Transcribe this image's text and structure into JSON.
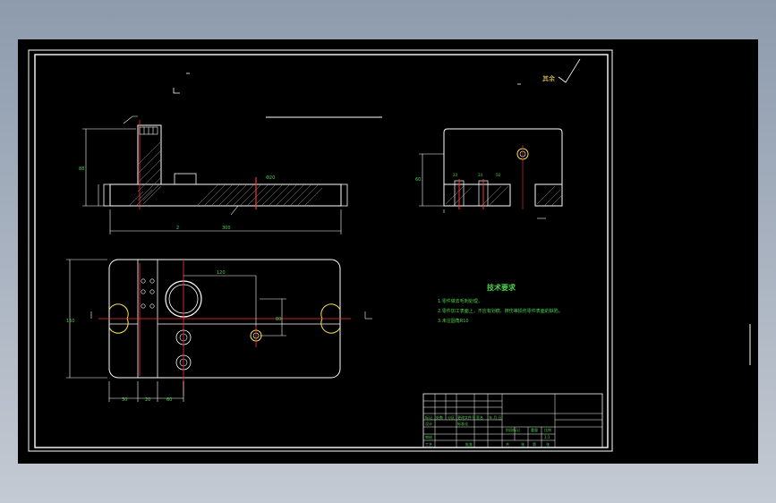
{
  "drawing": {
    "roughness_note": "其余",
    "tech_req": {
      "title": "技术要求",
      "items": [
        "1.零件做去毛刺处理。",
        "2.零件加工表面上，不应有划痕、擦伤等损伤零件表面的缺陷。",
        "3.未注圆角R10"
      ]
    },
    "dims": {
      "overall_len": "300",
      "height": "88",
      "plate_h": "160",
      "offset_a": "120",
      "offset_b": "80",
      "bottom_a": "30",
      "bottom_b": "20",
      "bottom_c": "60",
      "side_h": "60",
      "small_a": "2",
      "hole_callout": "Φ20",
      "side_a": "20",
      "side_b": "24",
      "side_c": "50"
    },
    "title_block": {
      "r1": [
        "标记",
        "处数",
        "分区",
        "更改文件号",
        "签名",
        "年.月.日"
      ],
      "r2": [
        "设计",
        "",
        "标准化"
      ],
      "r3": [
        "审核"
      ],
      "r4": [
        "工艺",
        "批准"
      ],
      "right": [
        "阶段标记",
        "重量",
        "比例",
        "1:1"
      ],
      "sheet": [
        "共",
        "张",
        "第",
        "张"
      ]
    }
  }
}
